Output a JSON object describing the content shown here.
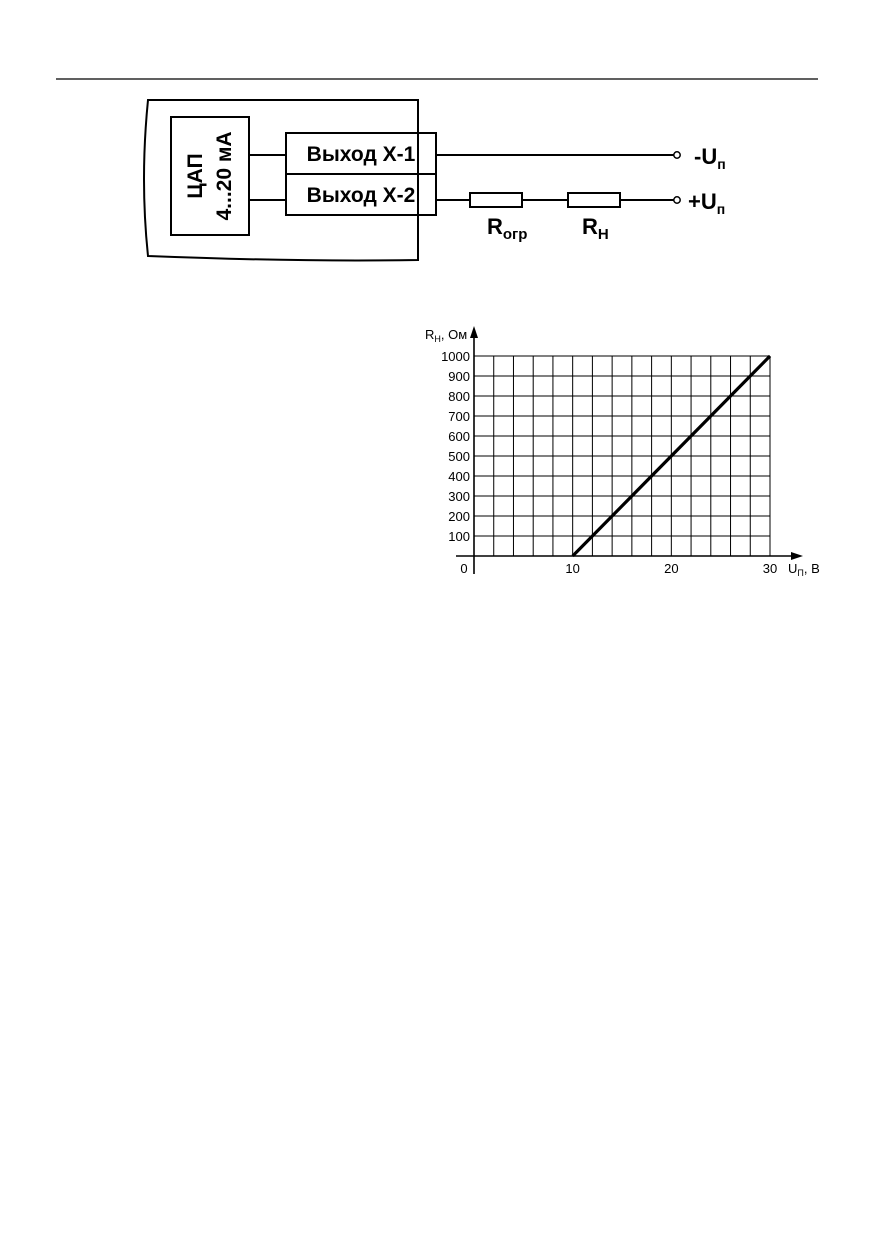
{
  "circuit": {
    "dac_label": "ЦАП",
    "dac_range": "4...20 мА",
    "output1": "Выход Х-1",
    "output2": "Выход Х-2",
    "minus_supply": {
      "sign": "-",
      "main": "U",
      "sub": "п"
    },
    "plus_supply": {
      "sign": "+",
      "main": "U",
      "sub": "п"
    },
    "r_limit": {
      "main": "R",
      "sub": "огр"
    },
    "r_load": {
      "main": "R",
      "sub": "Н"
    }
  },
  "chart_data": {
    "type": "line",
    "ylabel": {
      "main": "R",
      "sub": "Н",
      "unit": ", Ом"
    },
    "xlabel": {
      "main": "U",
      "sub": "П",
      "unit": ", В"
    },
    "xlim": [
      0,
      30
    ],
    "ylim": [
      0,
      1000
    ],
    "x_grid_step": 2,
    "y_grid_step": 100,
    "x_ticks": [
      0,
      10,
      20,
      30
    ],
    "y_ticks": [
      100,
      200,
      300,
      400,
      500,
      600,
      700,
      800,
      900,
      1000
    ],
    "grid": true,
    "series": [
      {
        "x": [
          10,
          30
        ],
        "y": [
          0,
          1000
        ]
      }
    ]
  }
}
